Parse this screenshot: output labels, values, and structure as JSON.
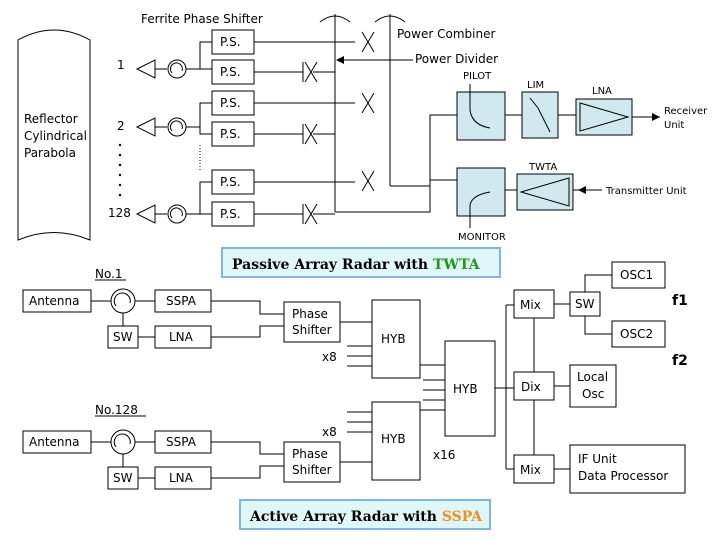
{
  "passive": {
    "ferrite_label": "Ferrite Phase Shifter",
    "reflector_lines": [
      "Reflector",
      "Cylindrical",
      "Parabola"
    ],
    "element_numbers": [
      "1",
      "2",
      "128"
    ],
    "ps_label": "P.S.",
    "power_combiner": "Power Combiner",
    "power_divider": "Power Divider",
    "pilot": "PILOT",
    "lim": "LIM",
    "lna": "LNA",
    "receiver_lines": [
      "Receiver",
      "Unit"
    ],
    "twta": "TWTA",
    "transmitter": "Transmitter Unit",
    "monitor": "MONITOR",
    "banner_prefix": "Passive Array Radar with ",
    "banner_highlight": "TWTA",
    "banner_color": "#1a9a1a"
  },
  "active": {
    "no1": "No.1",
    "no128": "No.128",
    "antenna": "Antenna",
    "sw": "SW",
    "sspa": "SSPA",
    "lna": "LNA",
    "phase_shifter_lines": [
      "Phase",
      "Shifter"
    ],
    "x8": "x8",
    "x16": "x16",
    "hyb": "HYB",
    "mix": "Mix",
    "dix": "Dix",
    "local_osc_lines": [
      "Local",
      "Osc"
    ],
    "if_unit_lines": [
      "IF Unit",
      "Data Processor"
    ],
    "osc1": "OSC1",
    "osc2": "OSC2",
    "f1": "f1",
    "f2": "f2",
    "banner_prefix": "Active Array Radar with ",
    "banner_highlight": "SSPA",
    "banner_color": "#f0901a"
  }
}
